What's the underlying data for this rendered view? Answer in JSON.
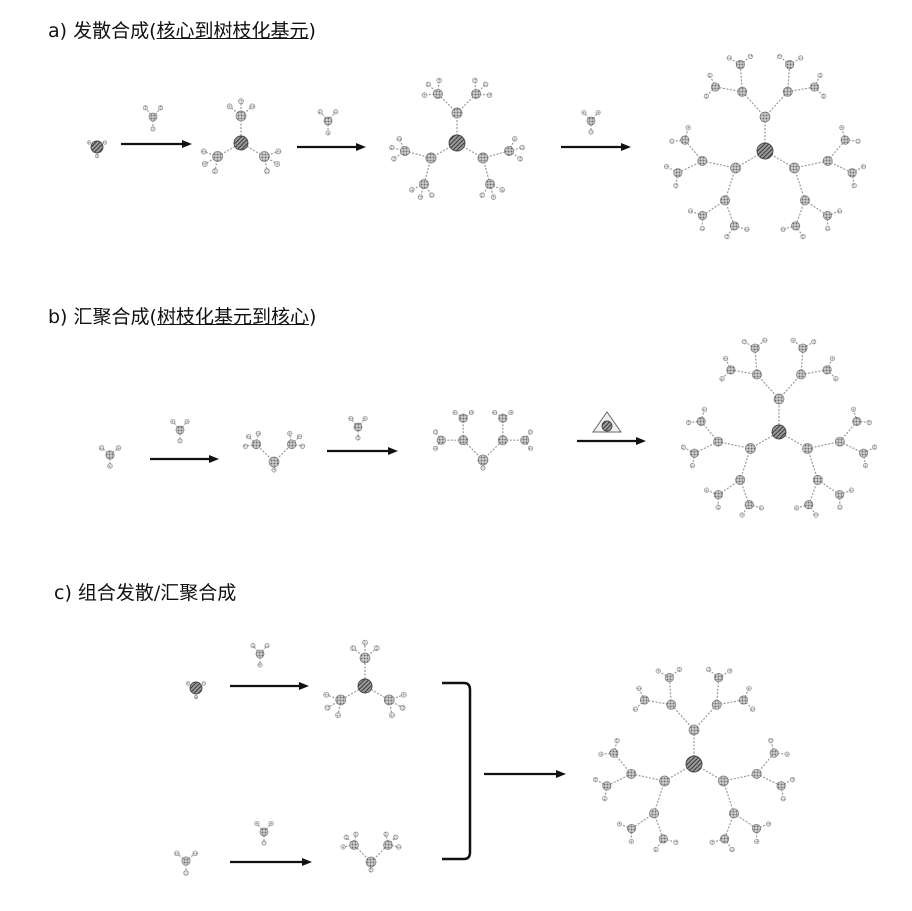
{
  "sections": [
    {
      "id": "a",
      "prefix": "a) 发散合成(",
      "underlined": "核心到树枝化基元",
      "suffix": ")"
    },
    {
      "id": "b",
      "prefix": "b) 汇聚合成(",
      "underlined": "树枝化基元到核心",
      "suffix": ")"
    },
    {
      "id": "c",
      "prefix": "c) 组合发散/汇聚合成",
      "underlined": "",
      "suffix": ""
    }
  ],
  "colors": {
    "text": "#111111",
    "atom_fill": "#bdbdbd",
    "core_fill": "#555555",
    "bond": "#9a9a9a"
  }
}
